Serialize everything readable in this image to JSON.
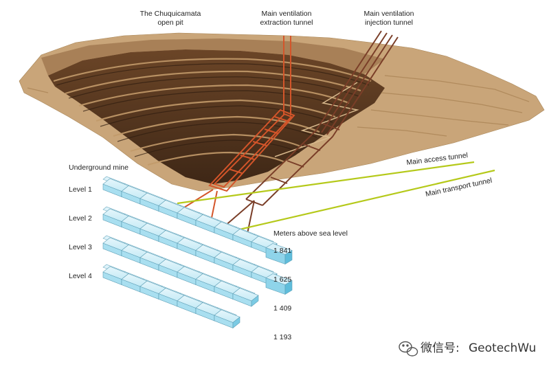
{
  "labels": {
    "open_pit_line1": "The Chuquicamata",
    "open_pit_line2": "open pit",
    "extraction_line1": "Main ventilation",
    "extraction_line2": "extraction tunnel",
    "injection_line1": "Main ventilation",
    "injection_line2": "injection tunnel",
    "access_tunnel": "Main access tunnel",
    "transport_tunnel": "Main transport tunnel",
    "underground_mine": "Underground mine",
    "elevation_title": "Meters above sea level"
  },
  "levels": [
    {
      "name": "Level 1",
      "elevation": "1 841"
    },
    {
      "name": "Level 2",
      "elevation": "1 625"
    },
    {
      "name": "Level 3",
      "elevation": "1 409"
    },
    {
      "name": "Level 4",
      "elevation": "1 193"
    }
  ],
  "watermark": {
    "platform": "微信号:",
    "account": "GeotechWu",
    "icon": "wechat-icon"
  },
  "colors": {
    "terrain": "#c8a478",
    "pit_dark": "#5a3a22",
    "extraction_tunnel": "#d4552a",
    "injection_tunnel": "#7a3e28",
    "access_tunnels": "#b5c91a",
    "mine_blocks": "#a9dff0"
  }
}
